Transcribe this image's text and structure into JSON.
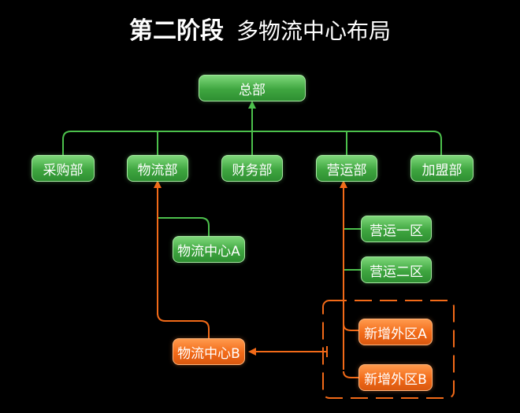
{
  "title": {
    "bold": "第二阶段",
    "thin": "多物流中心布局"
  },
  "nodes": {
    "hq": "总部",
    "purchasing": "采购部",
    "logistics": "物流部",
    "finance": "财务部",
    "operations": "营运部",
    "franchise": "加盟部",
    "ops_zone1": "营运一区",
    "ops_zone2": "营运二区",
    "logistics_center_a": "物流中心A",
    "logistics_center_b": "物流中心B",
    "new_zone_a": "新增外区A",
    "new_zone_b": "新增外区B"
  },
  "colors": {
    "green": "#4cc04c",
    "orange": "#f26a18",
    "background": "#000000"
  }
}
